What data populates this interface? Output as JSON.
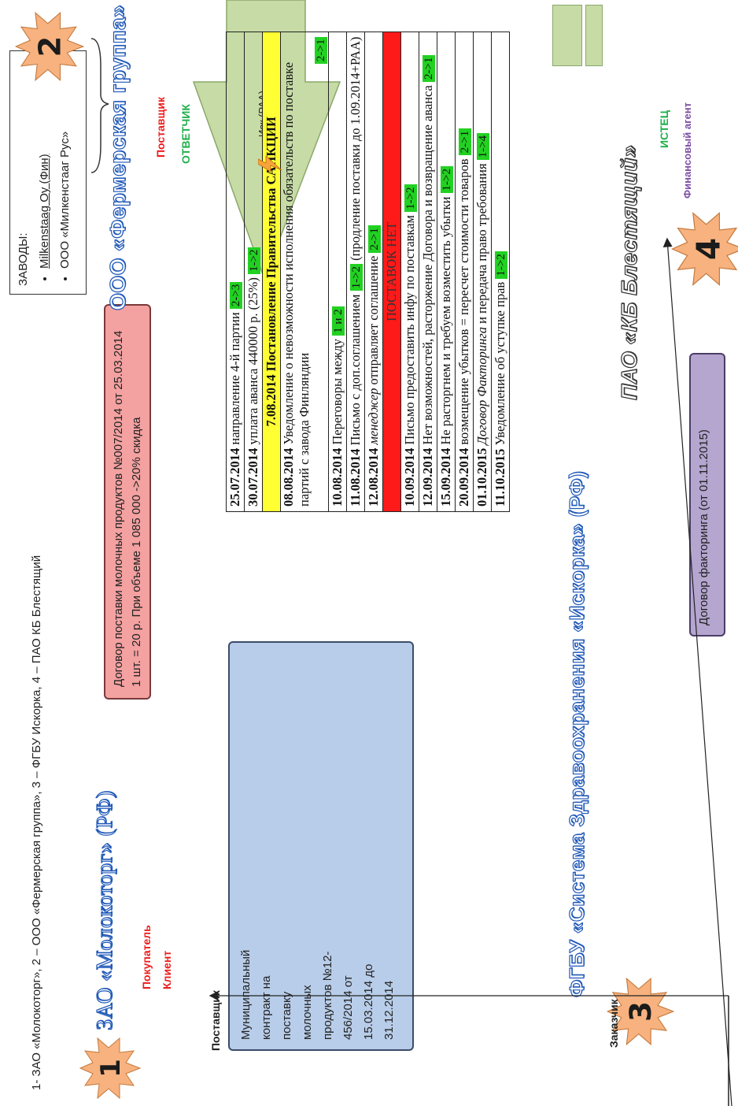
{
  "legend": "1-   ЗАО «Молокоторг», 2 – ООО «Фермерская группа», 3 – ФГБУ Искорка, 4 – ПАО КБ Блестящий",
  "parties": {
    "p1": {
      "number": "1",
      "name": "ЗАО «Молокоторг» (РФ)",
      "role1": "Покупатель",
      "role2": "Клиент"
    },
    "p2": {
      "number": "2",
      "name": "ООО «Фермерская группа» (РФ)",
      "role1": "Поставщик",
      "role2": "ОТВЕТЧИК"
    },
    "p3": {
      "number": "3",
      "name": "ФГБУ «Система Здравоохранения «Искорка» (РФ)",
      "role1": "Заказчик"
    },
    "p4": {
      "number": "4",
      "name": "ПАО «КБ Блестящий»",
      "role1": "ИСТЕЦ",
      "role2": "Финансовый агент"
    }
  },
  "factories": {
    "title": "ЗАВОДЫ:",
    "items": [
      "Milkenstaag Oy (Фин)",
      "ООО «Милкенстааг Рус»"
    ]
  },
  "supply_contract": {
    "line1": "Договор поставки молочных продуктов №007/2014 от 25.03.2014",
    "line2": "1 шт. = 20 р. При объеме 1 085 000 ->20% скидка"
  },
  "municipal_contract": {
    "supplier_label": "Поставщик",
    "lines": [
      "Муниципальный",
      "контракт на",
      "поставку",
      "молочных",
      "продуктов №12-",
      "456/2014 от",
      "15.03.2014 до",
      "31.12.2014"
    ]
  },
  "factoring_contract": "Договор факторинга (от 01.11.2015)",
  "lawsuit_arrow": "Иск (РАА)",
  "events": [
    {
      "date": "25.07.2014",
      "text": "направление 4-й партии",
      "tag": "2->3"
    },
    {
      "date": "30.07.2014",
      "text": "уплата аванса 440000 р. (25%)",
      "tag": "1->2"
    },
    {
      "banner": "7.08.2014 Постановление Правительства САНКЦИИ"
    },
    {
      "date": "08.08.2014",
      "text": "Уведомление о невозможности исполнения обязательств по поставке партий с завода Финляндии",
      "tag": "2->1"
    },
    {
      "date": "10.08.2014",
      "text": "Переговоры между",
      "tag": "1 и 2"
    },
    {
      "date": "11.08.2014",
      "text": "Письмо с доп.соглашением",
      "tag": "1->2",
      "after": "(продление поставки до 1.09.2014+РАА)"
    },
    {
      "date": "12.08.2014",
      "italic": "менеджер",
      "text": "отправляет соглашение",
      "tag": "2->1"
    },
    {
      "banner_red": "ПОСТАВОК НЕТ"
    },
    {
      "date": "10.09.2014",
      "text": "Письмо предоставить инфу по поставкам",
      "tag": "1->2"
    },
    {
      "date": "12.09.2014",
      "text": " Нет возможностей, расторжение Договора и возвращение аванса",
      "tag": "2->1"
    },
    {
      "date": "15.09.2014",
      "text": "Не расторгнем и требуем возместить убытки",
      "tag": "1->2"
    },
    {
      "date": "20.09.2014",
      "text": "возмещение убытков = пересчет стоимости товаров",
      "tag": "2->1"
    },
    {
      "date": "01.10.2015",
      "italic": "Договор Факторинга",
      "text": "и передача право требования",
      "tag": "1->4"
    },
    {
      "date": "11.10.2015",
      "text": "Уведомление об уступке прав",
      "tag": "1->2"
    }
  ],
  "colors": {
    "accent_blue": "#1f58b8",
    "red": "#ee1c1c",
    "green": "#22b04c",
    "purple": "#7d4fa6",
    "arrow": "#c7dba6"
  }
}
